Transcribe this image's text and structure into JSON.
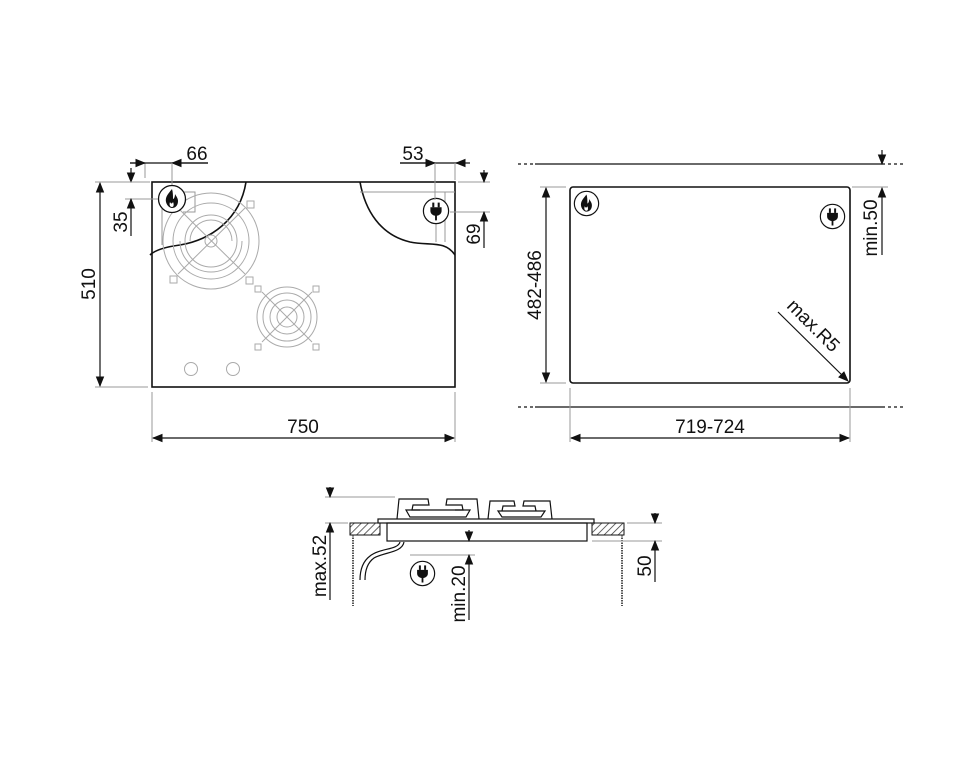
{
  "diagram": {
    "top_view": {
      "width_label": "750",
      "depth_label": "510",
      "gas_inlet_x_label": "66",
      "gas_inlet_y_label": "35",
      "power_x_label": "53",
      "power_y_label": "69"
    },
    "cutout_view": {
      "width_label": "719-724",
      "depth_label": "482-486",
      "rear_clearance_label": "min.50",
      "corner_radius_label": "max.R5"
    },
    "side_view": {
      "total_height_label": "max.52",
      "under_clearance_label": "min.20",
      "front_clearance_label": "50"
    },
    "icons": {
      "gas": "gas-flame-icon",
      "power": "electric-plug-icon"
    }
  }
}
